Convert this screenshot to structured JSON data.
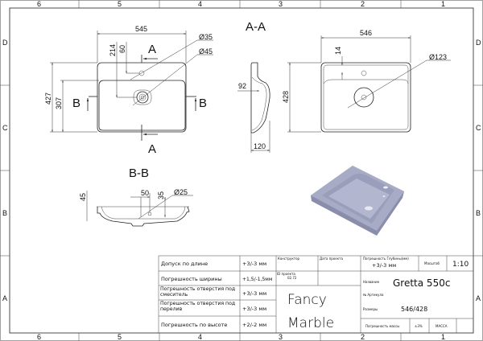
{
  "zones": {
    "columns": [
      "6",
      "5",
      "4",
      "3",
      "2",
      "1"
    ],
    "rows": [
      "D",
      "C",
      "B",
      "A"
    ]
  },
  "top_view": {
    "width": "545",
    "height_total": "427",
    "basin_height": "307",
    "tap_offset": "214",
    "tap_edge": "60",
    "tap_hole": "Ø35",
    "drain": "Ø45",
    "section_a": "A",
    "section_b": "B"
  },
  "section_aa": {
    "title": "A-A",
    "rim": "92",
    "depth": "120"
  },
  "front_view": {
    "width": "546",
    "height": "428",
    "edge": "14",
    "drain": "Ø123"
  },
  "section_bb": {
    "title": "B-B",
    "height": "45",
    "overflow_x": "50",
    "overflow_y": "35",
    "overflow_d": "Ø25"
  },
  "title_block": {
    "tolerances": [
      {
        "label": "Допуск по длине",
        "value": "+3/-3 мм"
      },
      {
        "label": "Погрешность ширины",
        "value": "+1,5/-1,5мм"
      },
      {
        "label": "Погрешность отверстия под смеситель",
        "value": "+3/-3 мм"
      },
      {
        "label": "Погрешность отверстия под перелив",
        "value": "+3/-3 мм"
      },
      {
        "label": "Погрешность по высоте",
        "value": "+2/-2 мм"
      }
    ],
    "designer_label": "Конструктор",
    "project_date_label": "Дата проекта",
    "project_id_label": "ID проекта",
    "project_id": "02.72",
    "brand_line1": "Fancy",
    "brand_line2": "Marble",
    "depth_tol_label": "Погрешность Глубины(мм)",
    "depth_tol_value": "+3/-3 мм",
    "scale_label": "Масштаб",
    "scale_value": "1:10",
    "name_label": "Название",
    "name_value": "Gretta 550c",
    "article_label": "№ Артикула",
    "size_label": "Размеры",
    "size_value": "546/428",
    "mass_tol_label": "Погрешность массы",
    "mass_tol_value": "±3%",
    "mass_label": "МАССА"
  },
  "colors": {
    "render": "#a8abc6",
    "render_dark": "#8a8eab",
    "line": "#222222"
  }
}
